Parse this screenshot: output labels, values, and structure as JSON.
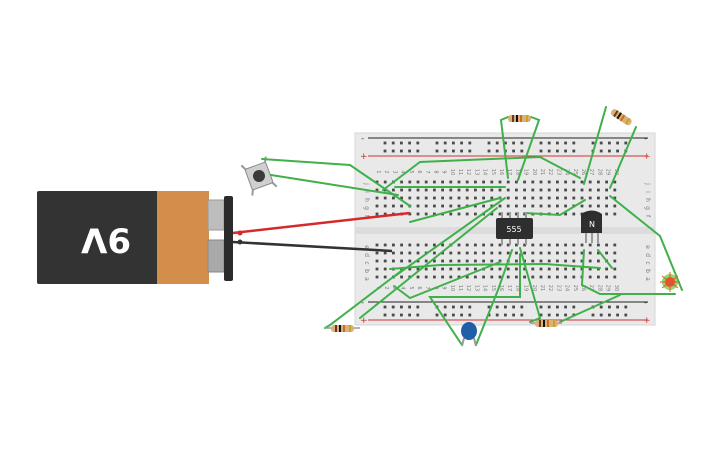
{
  "battery": {
    "voltage_label": "9V"
  },
  "timer_chip": {
    "label": "555"
  },
  "transistor": {
    "label": "N"
  },
  "breadboard": {
    "column_numbers": [
      "1",
      "2",
      "3",
      "4",
      "5",
      "6",
      "7",
      "8",
      "9",
      "10",
      "11",
      "12",
      "13",
      "14",
      "15",
      "16",
      "17",
      "18",
      "19",
      "20",
      "21",
      "22",
      "23",
      "24",
      "25",
      "26",
      "27",
      "28",
      "29",
      "30"
    ],
    "row_letters_top": [
      "j",
      "i",
      "h",
      "g",
      "f"
    ],
    "row_letters_bottom": [
      "e",
      "d",
      "c",
      "b",
      "a"
    ],
    "rail_plus": "+",
    "rail_minus": "-"
  },
  "colors": {
    "wire_green": "#3fb04a",
    "wire_red": "#d42a2a",
    "wire_black": "#333333",
    "battery_body": "#333333",
    "battery_cap": "#d48e4c",
    "breadboard": "#e8e8e8",
    "capacitor": "#1f5fa8",
    "led": "#e5532e"
  }
}
